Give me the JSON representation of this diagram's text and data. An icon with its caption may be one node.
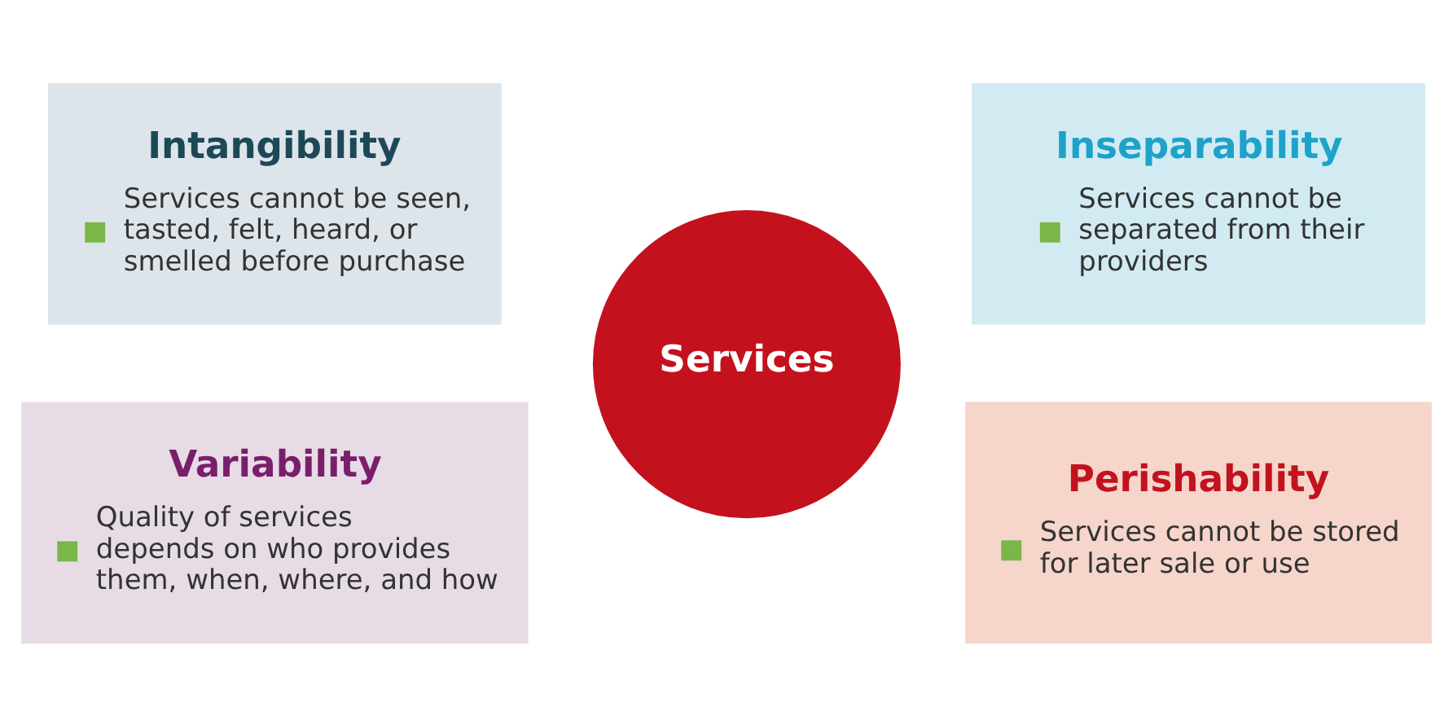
{
  "diagram": {
    "nodes": [
      {
        "text": [
          "Intangibility",
          "Services cannot be seen, tasted, felt, heard, or smelled before purchase"
        ]
      },
      {
        "text": [
          "Inseparability",
          "Services cannot be separated from their providers"
        ]
      },
      {
        "text": [
          "Services"
        ]
      },
      {
        "text": [
          "Variability",
          "Quality of services depends on who provides them, when, where, and how"
        ]
      },
      {
        "text": [
          "Perishability",
          "Services cannot be stored for later sale or use"
        ]
      }
    ],
    "edges": []
  }
}
